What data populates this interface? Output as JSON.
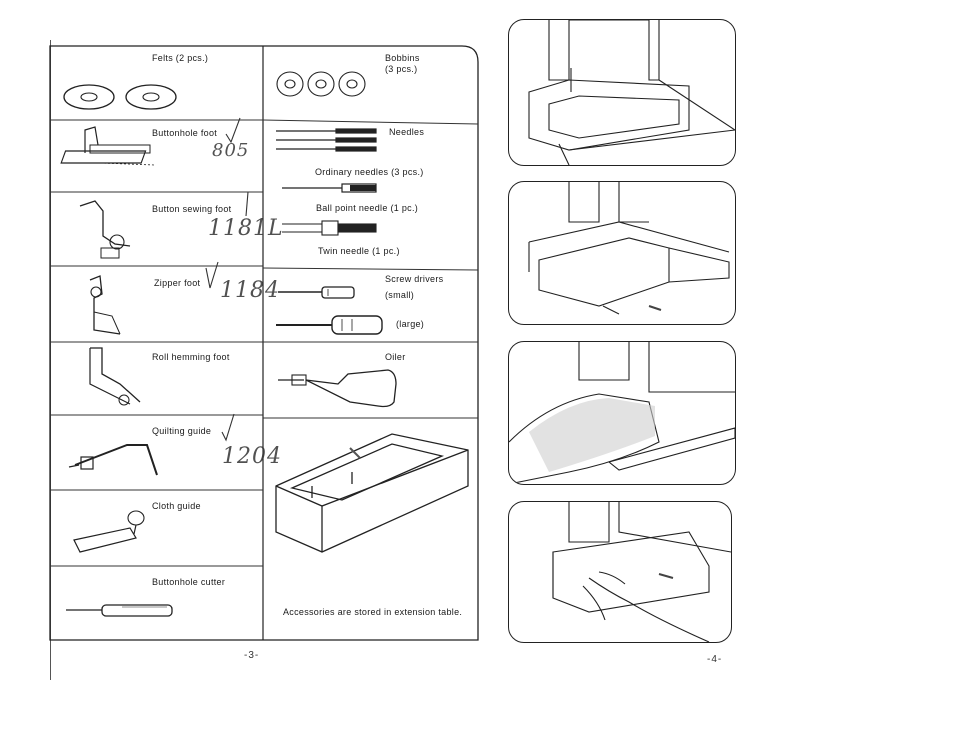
{
  "left_page": {
    "page_number": "-3-",
    "accessories": [
      {
        "label": "Felts (2 pcs.)"
      },
      {
        "label": "Buttonhole foot"
      },
      {
        "label": "Button sewing foot"
      },
      {
        "label": "Zipper foot"
      },
      {
        "label": "Roll hemming foot"
      },
      {
        "label": "Quilting guide"
      },
      {
        "label": "Cloth guide"
      },
      {
        "label": "Buttonhole cutter"
      }
    ],
    "right_column": {
      "bobbins": "Bobbins\n(3 pcs.)",
      "needles": "Needles",
      "ordinary_needles": "Ordinary needles (3 pcs.)",
      "ball_point_needle": "Ball point needle (1 pc.)",
      "twin_needle": "Twin needle (1 pc.)",
      "screw_drivers": "Screw drivers",
      "small": "(small)",
      "large": "(large)",
      "oiler": "Oiler",
      "storage_note": "Accessories are stored in extension table."
    },
    "handwritten": {
      "buttonhole_foot": "805",
      "button_sewing_foot": "1181L",
      "zipper_foot": "1184",
      "quilting_guide": "1204"
    }
  },
  "right_page": {
    "page_number": "-4-"
  }
}
